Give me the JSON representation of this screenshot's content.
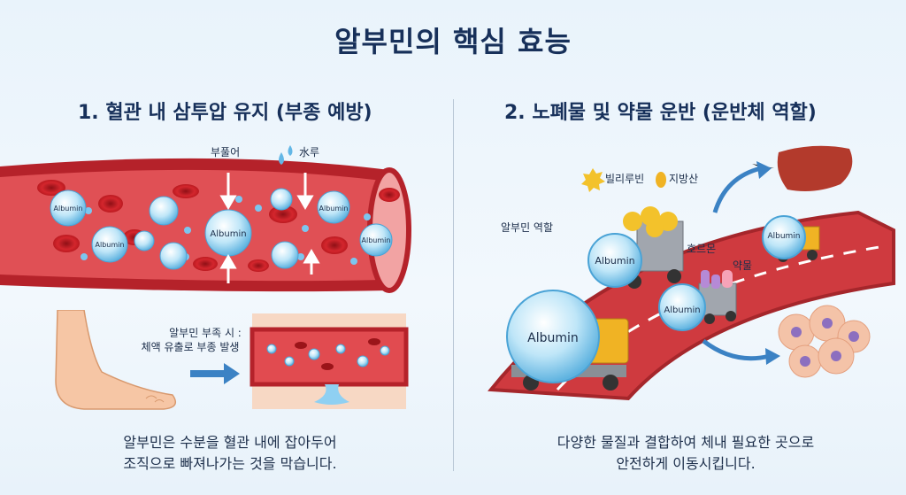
{
  "title": "알부민의 핵심 효능",
  "section1": {
    "heading": "1. 혈관 내 삼투압 유지 (부종 예방)",
    "label_swelling": "부풀어",
    "label_water": "水루",
    "cell_label": "Albumin",
    "deficiency_line1": "알부민 부족 시 :",
    "deficiency_line2": "체액 유출로 부종 발생",
    "caption_line1": "알부민은 수분을 혈관 내에 잡아두어",
    "caption_line2": "조직으로 빠져나가는 것을 막습니다."
  },
  "section2": {
    "heading": "2. 노폐물 및 약물 운반 (운반체 역할)",
    "label_bilirubin": "빌리루빈",
    "label_fatty_acid": "지방산",
    "label_role": "알부민 역할",
    "label_hormone": "호르몬",
    "label_drug": "약물",
    "truck_label": "Albumin",
    "caption_line1": "다양한 물질과 결합하여 체내 필요한 곳으로",
    "caption_line2": "안전하게 이동시킵니다."
  },
  "colors": {
    "title": "#17305a",
    "vessel_wall": "#b5222a",
    "vessel_inner": "#e9555a",
    "albumin": "#a9dcf5",
    "road": "#cf3a3f",
    "truck": "#f0b324"
  }
}
